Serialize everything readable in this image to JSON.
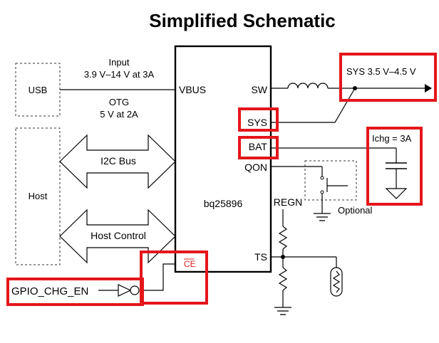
{
  "title": "Simplified Schematic",
  "blocks": {
    "usb": "USB",
    "host": "Host",
    "chip": "bq25896"
  },
  "arrows": {
    "i2c": "I2C Bus",
    "host_control": "Host Control"
  },
  "input_label": {
    "line1": "Input",
    "line2": "3.9 V–14 V at 3A"
  },
  "otg_label": {
    "line1": "OTG",
    "line2": "5 V at 2A"
  },
  "pins": {
    "vbus": "VBUS",
    "sw": "SW",
    "sys": "SYS",
    "bat": "BAT",
    "qon": "QON",
    "regn": "REGN",
    "ts": "TS",
    "ce": "CE"
  },
  "sys_output": "SYS 3.5 V–4.5 V",
  "ichg": "Ichg = 3A",
  "optional": "Optional",
  "gpio": "GPIO_CHG_EN",
  "colors": {
    "highlight": "#e4161b",
    "ce_text": "#e02020"
  }
}
